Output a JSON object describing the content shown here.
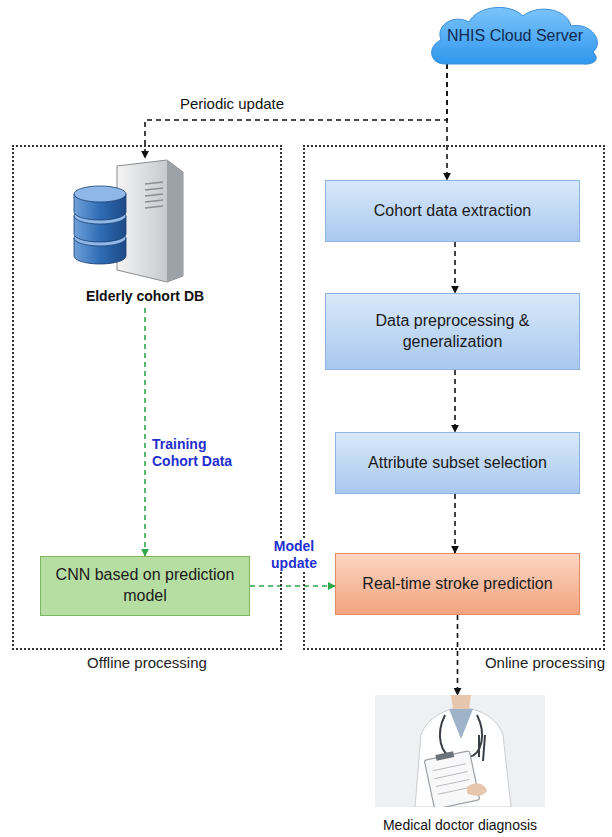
{
  "diagram": {
    "nodes": [
      {
        "text": [
          "Offline processing"
        ]
      },
      {
        "text": [
          "Online processing"
        ]
      },
      {
        "text": [
          "NHIS Cloud Server"
        ]
      },
      {
        "text": [
          "Elderly cohort DB"
        ],
        "in": 0
      },
      {
        "text": [
          "CNN based on prediction model"
        ],
        "in": 0
      },
      {
        "text": [
          "Cohort data extraction"
        ],
        "in": 1
      },
      {
        "text": [
          "Data preprocessing & generalization"
        ],
        "in": 1
      },
      {
        "text": [
          "Attribute subset selection"
        ],
        "in": 1
      },
      {
        "text": [
          "Real-time stroke prediction"
        ],
        "in": 1
      },
      {
        "text": [
          "Medical doctor diagnosis"
        ]
      }
    ],
    "edges": [
      {
        "from": 2,
        "to": 3,
        "label": "Periodic update",
        "arrow": "to"
      },
      {
        "from": 2,
        "to": 5,
        "arrow": "to"
      },
      {
        "from": 5,
        "to": 6,
        "arrow": "to"
      },
      {
        "from": 6,
        "to": 7,
        "arrow": "to"
      },
      {
        "from": 7,
        "to": 8,
        "arrow": "to"
      },
      {
        "from": 3,
        "to": 4,
        "label": "Training Cohort Data",
        "arrow": "to"
      },
      {
        "from": 4,
        "to": 8,
        "label": "Model update",
        "arrow": "to"
      },
      {
        "from": 8,
        "to": 9,
        "arrow": "to"
      }
    ]
  }
}
